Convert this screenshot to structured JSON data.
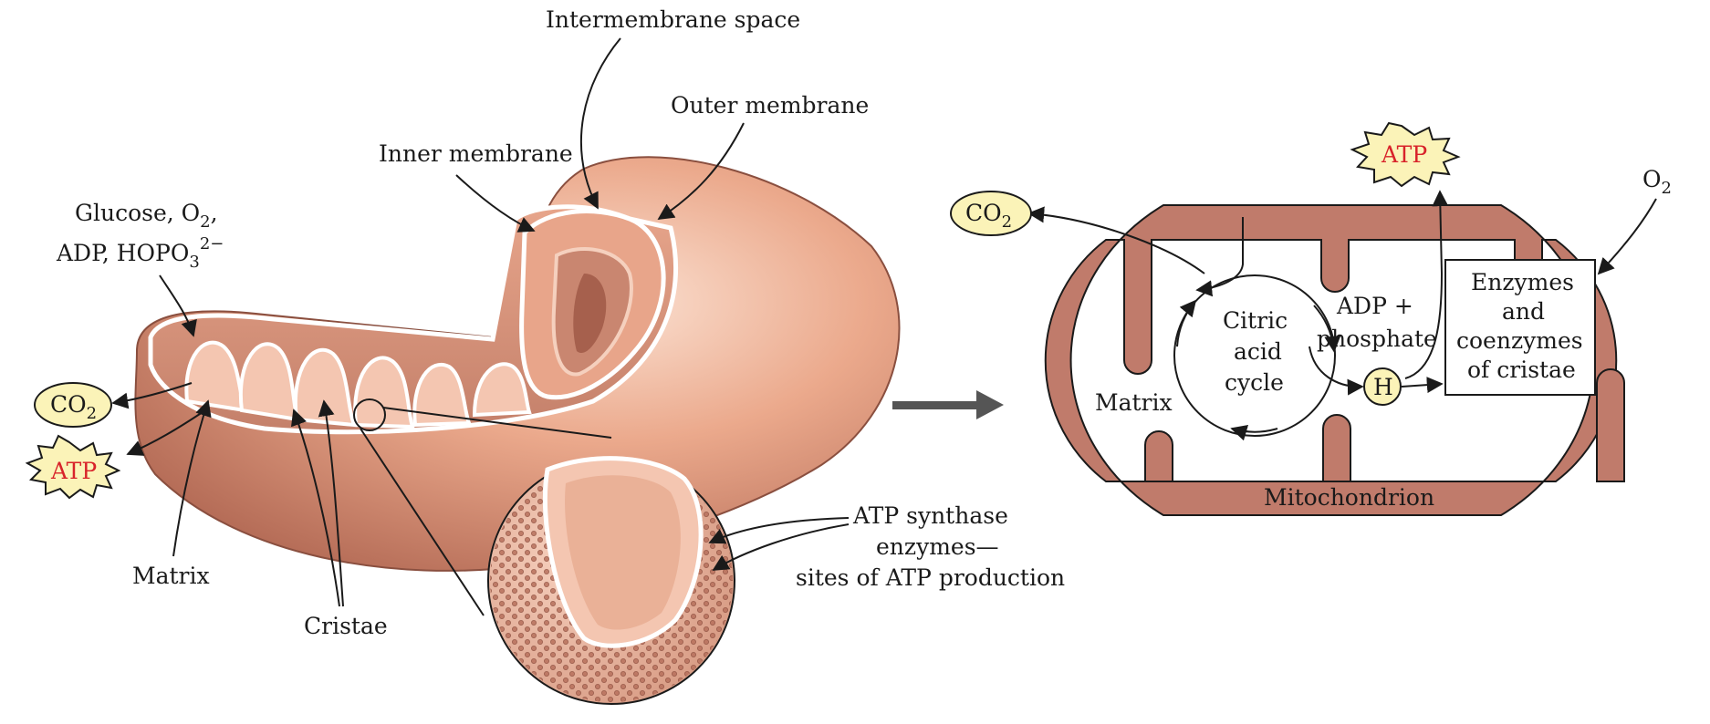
{
  "left_panel": {
    "intermembrane_space": "Intermembrane space",
    "outer_membrane": "Outer membrane",
    "inner_membrane": "Inner membrane",
    "inputs_line1_a": "Glucose, O",
    "inputs_line1_sub": "2",
    "inputs_line1_b": ",",
    "inputs_line2_a": "ADP, HOPO",
    "inputs_line2_sub": "3",
    "inputs_line2_sup": "2−",
    "co2_a": "CO",
    "co2_sub": "2",
    "atp": "ATP",
    "matrix": "Matrix",
    "cristae": "Cristae",
    "atp_synthase_line1": "ATP synthase",
    "atp_synthase_line2": "enzymes—",
    "atp_synthase_line3": "sites of ATP production"
  },
  "right_panel": {
    "atp": "ATP",
    "co2_a": "CO",
    "co2_sub": "2",
    "o2_a": "O",
    "o2_sub": "2",
    "citric_line1": "Citric",
    "citric_line2": "acid",
    "citric_line3": "cycle",
    "adp_line1": "ADP +",
    "adp_line2": "phosphate",
    "h": "H",
    "enzymes_line1": "Enzymes",
    "enzymes_line2": "and",
    "enzymes_line3": "coenzymes",
    "enzymes_line4": "of cristae",
    "matrix": "Matrix",
    "mitochondrion": "Mitochondrion"
  },
  "colors": {
    "membrane_brown": "#c07b6b",
    "salmon": "#eba98c",
    "cream_label": "#fbf3b8",
    "atp_red": "#d8232a"
  }
}
